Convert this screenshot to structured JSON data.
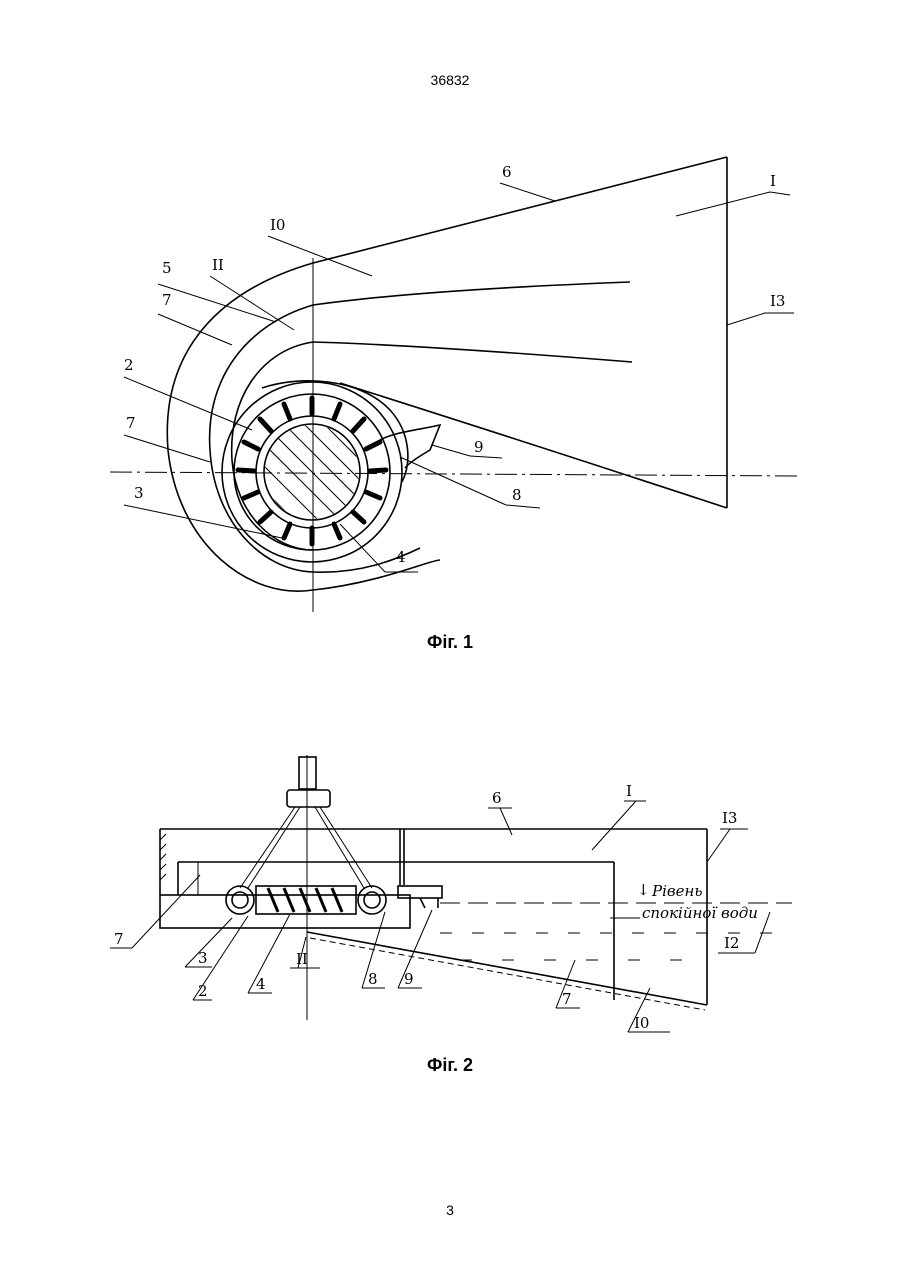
{
  "header": {
    "doc_number": "36832"
  },
  "figure1": {
    "caption": "Фіг. 1",
    "labels": {
      "l1": "I",
      "l13": "I3",
      "l6": "6",
      "l10": "I0",
      "l5": "5",
      "l11": "II",
      "l7a": "7",
      "l2": "2",
      "l7b": "7",
      "l3": "3",
      "l4": "4",
      "l9": "9",
      "l8": "8"
    }
  },
  "figure2": {
    "caption": "Фіг. 2",
    "water_level_line1": "Рівень",
    "water_level_line2": "спокійної води",
    "labels": {
      "l6": "6",
      "l1": "I",
      "l13": "I3",
      "l7a": "7",
      "l3": "3",
      "l2": "2",
      "l4": "4",
      "l11": "II",
      "l8": "8",
      "l9": "9",
      "l7b": "7",
      "l10": "I0",
      "l12": "I2"
    }
  },
  "footer": {
    "page_number": "3"
  }
}
